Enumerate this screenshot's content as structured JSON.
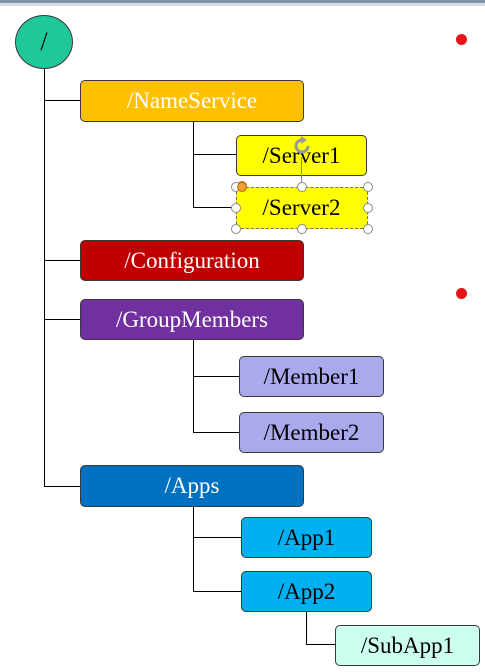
{
  "root": {
    "label": "/"
  },
  "nodes": {
    "name_service": {
      "label": "/NameService",
      "color": "#ffc000"
    },
    "server1": {
      "label": "/Server1",
      "color": "#ffff00"
    },
    "server2": {
      "label": "/Server2",
      "color": "#ffff00",
      "selected": true
    },
    "configuration": {
      "label": "/Configuration",
      "color": "#c00000"
    },
    "group_members": {
      "label": "/GroupMembers",
      "color": "#7030a0"
    },
    "member1": {
      "label": "/Member1",
      "color": "#a9a9ec"
    },
    "member2": {
      "label": "/Member2",
      "color": "#a9a9ec"
    },
    "apps": {
      "label": "/Apps",
      "color": "#0070c0"
    },
    "app1": {
      "label": "/App1",
      "color": "#00b0f0"
    },
    "app2": {
      "label": "/App2",
      "color": "#00b0f0"
    },
    "subapp1": {
      "label": "/SubApp1",
      "color": "#ccfff0"
    }
  },
  "colors": {
    "root_fill": "#1ec898",
    "bullet": "#e8131a",
    "connector": "#000000",
    "selection_handle": "#8a8a8a"
  }
}
